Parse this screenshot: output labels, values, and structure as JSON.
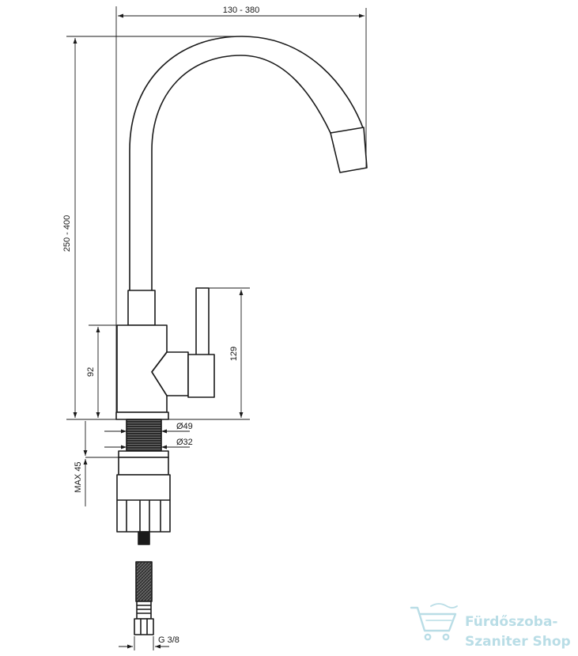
{
  "dimensions": {
    "width": "130 - 380",
    "height": "250 - 400",
    "lever_height": "129",
    "body_height": "92",
    "diameter_base": "Ø49",
    "diameter_thread": "Ø32",
    "max_mount": "MAX 45",
    "connector": "G 3/8"
  },
  "watermark": {
    "line1": "Fürdőszoba-",
    "line2": "Szaniter Shop",
    "icon": "shopping-cart-icon",
    "color": "#b9dde6"
  }
}
